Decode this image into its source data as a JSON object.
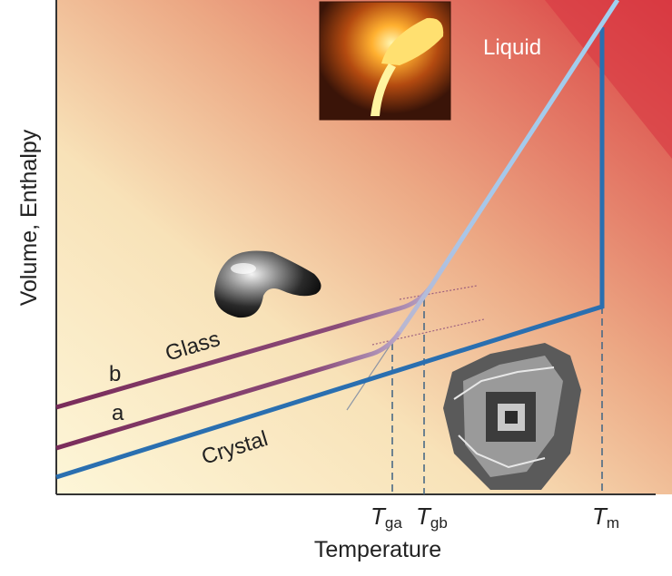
{
  "axes": {
    "ylabel": "Volume, Enthalpy",
    "xlabel": "Temperature"
  },
  "regions": {
    "liquid": "Liquid"
  },
  "curves": {
    "glass": "Glass",
    "crystal": "Crystal",
    "branch_b": "b",
    "branch_a": "a"
  },
  "ticks": {
    "tga": {
      "main": "T",
      "sub": "ga"
    },
    "tgb": {
      "main": "T",
      "sub": "gb"
    },
    "tm": {
      "main": "T",
      "sub": "m"
    }
  },
  "images": {
    "molten_metal": "molten-metal-pour-photo",
    "glass_blob": "metallic-glass-blob-photo",
    "crystal": "crystalline-hopper-crystal-photo"
  },
  "colors": {
    "liquid_line": "#9fd0f0",
    "crystal_line": "#2a6fb0",
    "glass_line": "#7a2c5a",
    "hot_region": "#d9363e",
    "cool_region": "#fbf1cf"
  }
}
